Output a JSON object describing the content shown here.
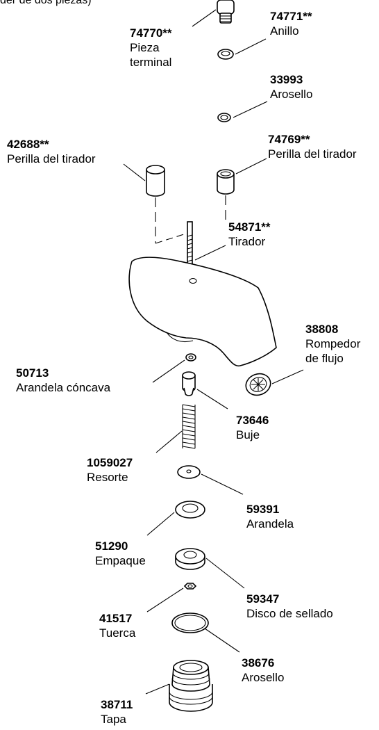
{
  "header_fragment": "der de dos piezas)",
  "parts": [
    {
      "id": "p74770",
      "number": "74770**",
      "name": [
        "Pieza",
        "terminal"
      ]
    },
    {
      "id": "p74771",
      "number": "74771**",
      "name": [
        "Anillo"
      ]
    },
    {
      "id": "p33993",
      "number": "33993",
      "name": [
        "Arosello"
      ]
    },
    {
      "id": "p42688",
      "number": "42688**",
      "name": [
        "Perilla del tirador"
      ]
    },
    {
      "id": "p74769",
      "number": "74769**",
      "name": [
        "Perilla del tirador"
      ]
    },
    {
      "id": "p54871",
      "number": "54871**",
      "name": [
        "Tirador"
      ]
    },
    {
      "id": "p38808",
      "number": "38808",
      "name": [
        "Rompedor",
        "de flujo"
      ]
    },
    {
      "id": "p50713",
      "number": "50713",
      "name": [
        "Arandela cóncava"
      ]
    },
    {
      "id": "p73646",
      "number": "73646",
      "name": [
        "Buje"
      ]
    },
    {
      "id": "p1059027",
      "number": "1059027",
      "name": [
        "Resorte"
      ]
    },
    {
      "id": "p59391",
      "number": "59391",
      "name": [
        "Arandela"
      ]
    },
    {
      "id": "p51290",
      "number": "51290",
      "name": [
        "Empaque"
      ]
    },
    {
      "id": "p59347",
      "number": "59347",
      "name": [
        "Disco de sellado"
      ]
    },
    {
      "id": "p41517",
      "number": "41517",
      "name": [
        "Tuerca"
      ]
    },
    {
      "id": "p38676",
      "number": "38676",
      "name": [
        "Arosello"
      ]
    },
    {
      "id": "p38711",
      "number": "38711",
      "name": [
        "Tapa"
      ]
    }
  ]
}
